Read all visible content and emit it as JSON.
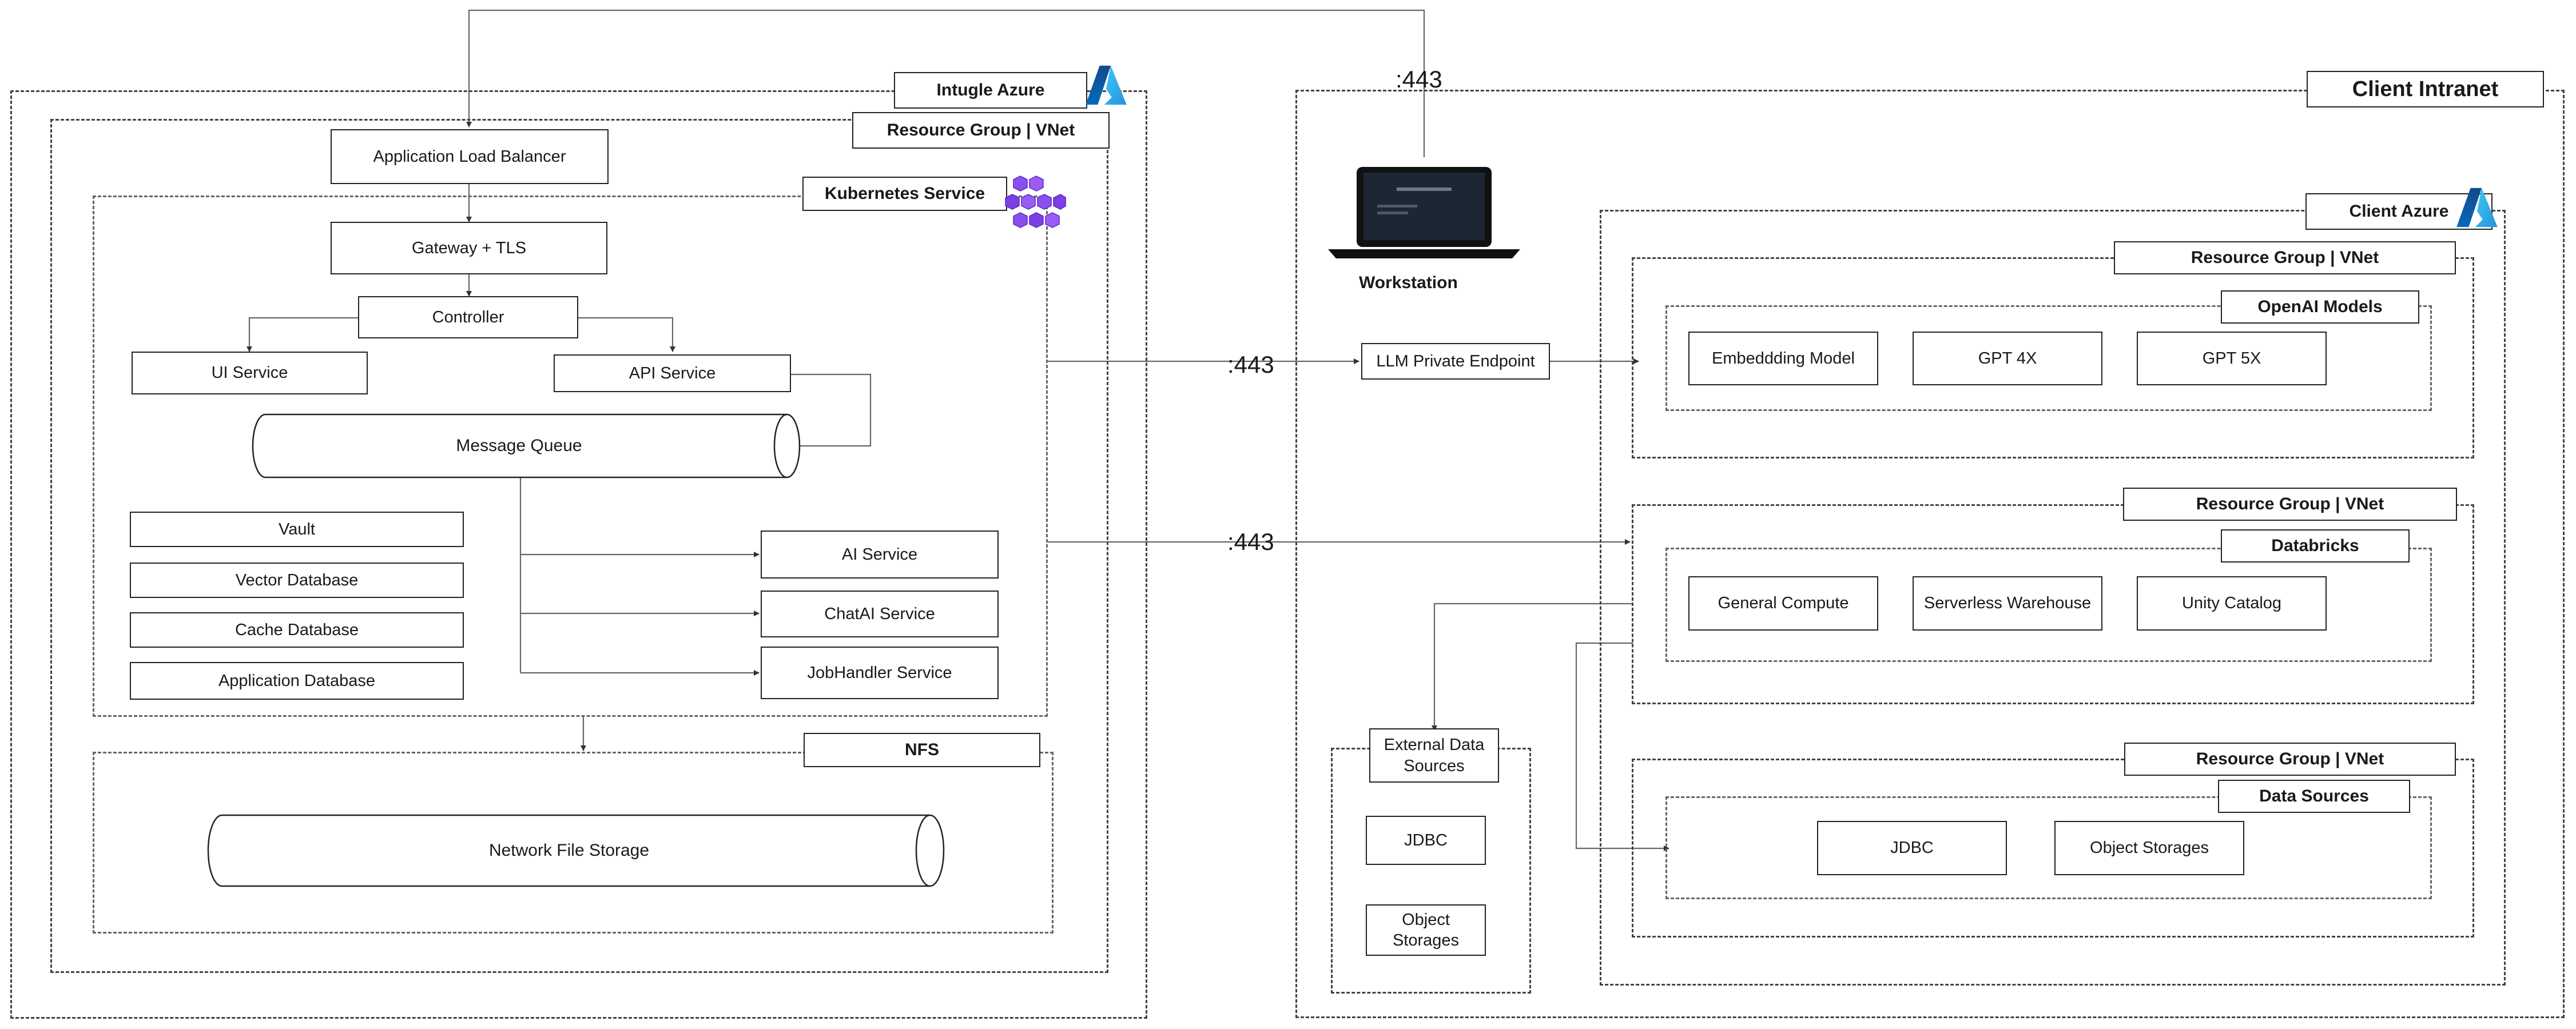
{
  "intugle": {
    "title": "Intugle Azure",
    "resource_group": "Resource Group | VNet",
    "load_balancer": "Application Load Balancer",
    "kubernetes": {
      "title": "Kubernetes Service",
      "gateway": "Gateway + TLS",
      "controller": "Controller",
      "ui_service": "UI Service",
      "api_service": "API Service",
      "message_queue": "Message Queue",
      "vault": "Vault",
      "vector_db": "Vector Database",
      "cache_db": "Cache Database",
      "app_db": "Application Database",
      "ai_service": "AI Service",
      "chatai_service": "ChatAI Service",
      "jobhandler_service": "JobHandler Service"
    },
    "nfs": {
      "title": "NFS",
      "storage": "Network File Storage"
    }
  },
  "client": {
    "title": "Client Intranet",
    "workstation": "Workstation",
    "llm_endpoint": "LLM Private Endpoint",
    "azure": {
      "title": "Client Azure",
      "openai_group": {
        "resource_group": "Resource Group | VNet",
        "title": "OpenAI Models",
        "items": [
          "Embeddding Model",
          "GPT 4X",
          "GPT 5X"
        ]
      },
      "databricks_group": {
        "resource_group": "Resource Group | VNet",
        "title": "Databricks",
        "items": [
          "General Compute",
          "Serverless Warehouse",
          "Unity Catalog"
        ]
      },
      "datasources_group": {
        "resource_group": "Resource Group | VNet",
        "title": "Data Sources",
        "items": [
          "JDBC",
          "Object Storages"
        ]
      }
    },
    "external": {
      "title": "External Data Sources",
      "items": [
        "JDBC",
        "Object Storages"
      ]
    }
  },
  "ports": {
    "workstation": ":443",
    "llm": ":443",
    "databricks": ":443"
  },
  "colors": {
    "line": "#555555",
    "azure_blue": "#0078d4",
    "kubernetes_purple": "#7b3fe4"
  }
}
